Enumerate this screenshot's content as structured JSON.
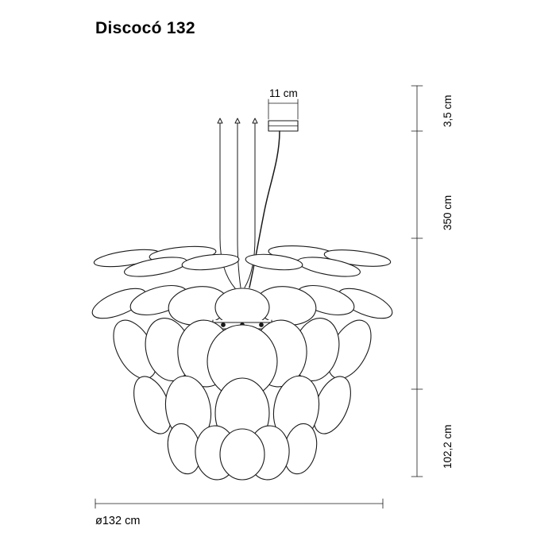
{
  "page": {
    "title": "Discocó 132",
    "background_color": "#ffffff",
    "line_color": "#1a1a1a"
  },
  "dimensions": {
    "canopy_width": "11 cm",
    "canopy_height": "3,5 cm",
    "suspension_length": "350 cm",
    "shade_height": "102,2 cm",
    "diameter": "ø132 cm"
  },
  "technical_drawing": {
    "type": "product-line-drawing",
    "product": "Discocó 132",
    "description": "Pendant lamp technical elevation with dimension lines",
    "parts": [
      "ceiling-canopy",
      "suspension-cables",
      "power-cable",
      "disc-shade-assembly"
    ]
  }
}
